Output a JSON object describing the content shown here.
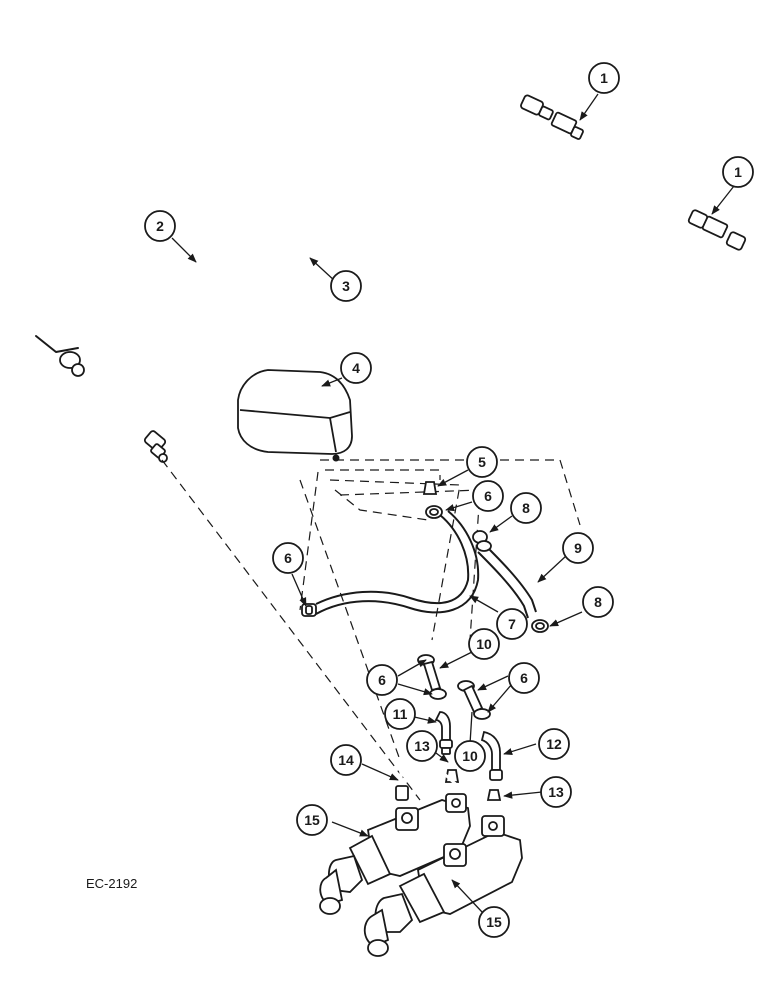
{
  "drawing_ref": "EC-2192",
  "callouts": [
    "1",
    "1",
    "2",
    "3",
    "4",
    "5",
    "6",
    "8",
    "9",
    "6",
    "7",
    "8",
    "10",
    "6",
    "6",
    "11",
    "10",
    "13",
    "12",
    "14",
    "13",
    "15",
    "15"
  ]
}
